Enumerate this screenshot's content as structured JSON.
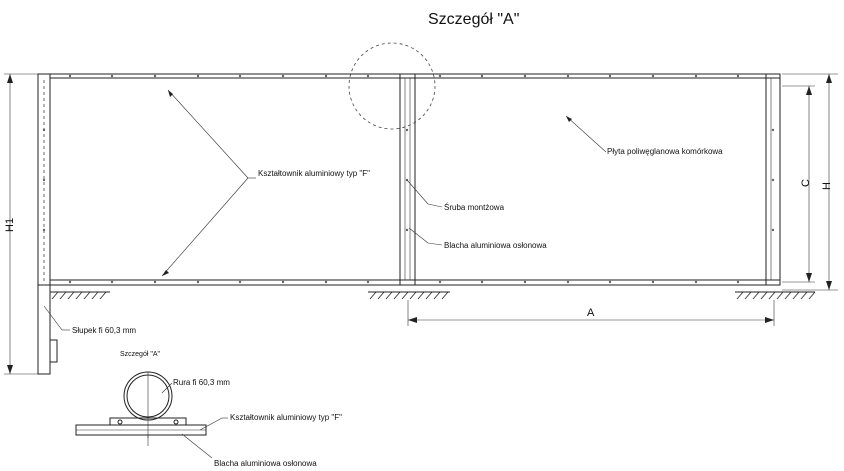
{
  "detail_title": "Szczegół \"A\"",
  "detail_small_title": "Szczegół \"A\"",
  "labels": {
    "profile": "Kształtownik aluminiowy typ \"F\"",
    "panel": "Płyta poliwęglanowa komórkowa",
    "screw": "Śruba montżowa",
    "cover_plate": "Blacha aluminiowa osłonowa",
    "post": "Słupek fi 60,3 mm",
    "pipe": "Rura fi 60,3 mm",
    "detail_profile": "Kształtownik aluminiowy typ \"F\"",
    "detail_cover_plate": "Blacha aluminiowa osłonowa"
  },
  "dimensions": {
    "h1": "H1",
    "h": "H",
    "c": "C",
    "a": "A"
  }
}
